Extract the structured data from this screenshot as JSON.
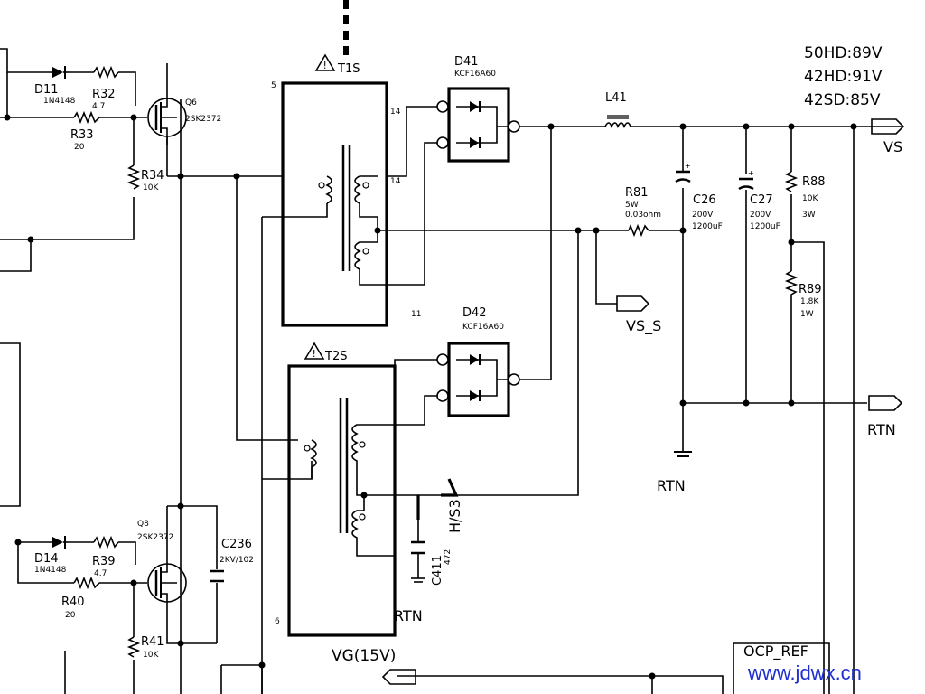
{
  "labels": {
    "t1s": "T1S",
    "t2s": "T2S",
    "pin5": "5",
    "pin6": "6",
    "pin14a": "14",
    "pin14b": "14",
    "pin11": "11",
    "d41": "D41",
    "d41_part": "KCF16A60",
    "d42": "D42",
    "d42_part": "KCF16A60",
    "l41": "L41",
    "d11": "D11",
    "d11_part": "1N4148",
    "r32": "R32",
    "r32_val": "4.7",
    "r33": "R33",
    "r33_val": "20",
    "q6": "Q6",
    "q6_part": "2SK2372",
    "r34": "R34",
    "r34_val": "10K",
    "d14": "D14",
    "d14_part": "1N4148",
    "r39": "R39",
    "r39_val": "4.7",
    "r40": "R40",
    "r40_val": "20",
    "q8": "Q8",
    "q8_part": "2SK2372",
    "r41": "R41",
    "r41_val": "10K",
    "c236": "C236",
    "c236_val": "2KV/102",
    "r81": "R81",
    "r81_val1": "5W",
    "r81_val2": "0.03ohm",
    "c26": "C26",
    "c26_val1": "200V",
    "c26_val2": "1200uF",
    "c27": "C27",
    "c27_val1": "200V",
    "c27_val2": "1200uF",
    "r88": "R88",
    "r88_val1": "10K",
    "r88_val2": "3W",
    "r89": "R89",
    "r89_val1": "1.8K",
    "r89_val2": "1W",
    "vs": "VS",
    "vs_s": "VS_S",
    "rtn_right": "RTN",
    "rtn_bottom": "RTN",
    "rtn_c411": "RTN",
    "s3": "H/S3",
    "c411": "C411",
    "c411_val": "472",
    "vg": "VG(15V)",
    "ocp": "OCP_REF"
  },
  "voltages": [
    "50HD:89V",
    "42HD:91V",
    "42SD:85V"
  ],
  "watermark": "www.jdwx.cn",
  "colors": {
    "line": "#000000",
    "watermark": "#1f2fd0"
  }
}
